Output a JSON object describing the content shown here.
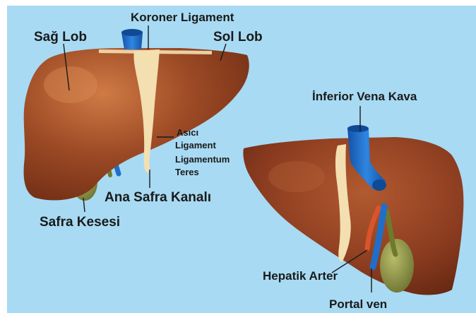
{
  "colors": {
    "background": "#a8daf3",
    "liver": "#8a3b1f",
    "liver_highlight": "#c46a3a",
    "ligament": "#f3dfb0",
    "vein": "#1f6fc9",
    "artery": "#d9542b",
    "gallbladder": "#8c9447",
    "label_text": "#1a1a1a"
  },
  "labels": {
    "koroner_ligament": "Koroner Ligament",
    "sag_lob": "Sağ Lob",
    "sol_lob": "Sol Lob",
    "asici": "Asıcı",
    "ligament": "Ligament",
    "ligamentum": "Ligamentum",
    "teres": "Teres",
    "ana_safra_kanali": "Ana Safra Kanalı",
    "safra_kesesi": "Safra Kesesi",
    "inferior_vena_kava": "İnferior Vena Kava",
    "hepatik_arter": "Hepatik Arter",
    "portal_ven": "Portal ven"
  },
  "icons": {
    "anterior_liver": "liver-anterior-illustration",
    "posterior_liver": "liver-inferior-illustration"
  }
}
